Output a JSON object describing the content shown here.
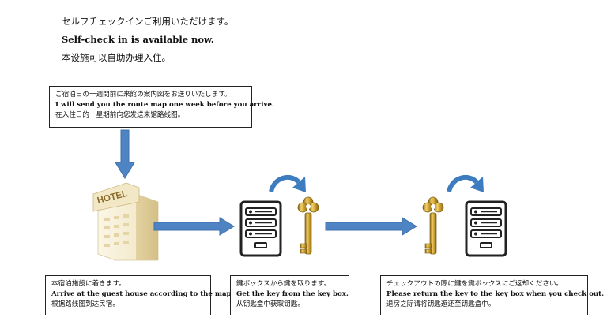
{
  "intro": {
    "line_ja": "セルフチェックインご利用いただけます。",
    "line_en": "Self-check in is available now.",
    "line_zh": "本设施可以自助办理入住。"
  },
  "steps": {
    "route_map": {
      "ja": "ご宿泊日の一週間前に来館の案内図をお送りいたします。",
      "en": "I will send you the route map one week before you arrive.",
      "zh": "在入住日的一星期前向您发送来馆路线图。"
    },
    "arrive": {
      "ja": "本宿泊施設に着きます。",
      "en": "Arrive at the guest house according to the map.",
      "zh": "根据路线图到达民宿。"
    },
    "get_key": {
      "ja": "鍵ボックスから鍵を取ります。",
      "en": "Get the key from the key box.",
      "zh": "从钥匙盒中获取钥匙。"
    },
    "return_key": {
      "ja": "チェックアウトの際に鍵を鍵ボックスにご返却ください。",
      "en": "Please return the key to the key box when you check out.",
      "zh": "退房之际请将钥匙返还至钥匙盒中。"
    }
  },
  "hotel_sign": "HOTEL",
  "colors": {
    "arrow": "#4f84c4",
    "arrow_stroke": "#3d6fab",
    "box_border": "#222222",
    "building": "#f6efd9",
    "key_gold": "#c89b2c",
    "key_box": "#222222"
  },
  "icons": [
    "down-arrow-icon",
    "right-arrow-icon",
    "hotel-building-icon",
    "key-box-icon",
    "gold-key-icon",
    "curved-arrow-icon"
  ]
}
